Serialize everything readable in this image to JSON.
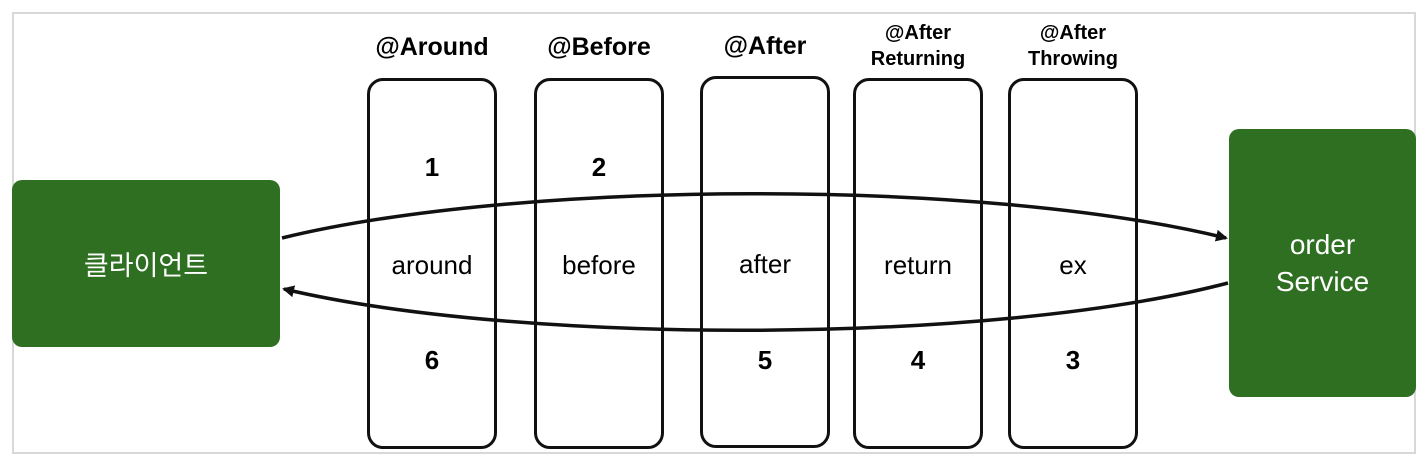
{
  "client": {
    "label": "클라이언트"
  },
  "service": {
    "label": "order\nService"
  },
  "columns": [
    {
      "header": "@Around",
      "top_number": "1",
      "label": "around",
      "bottom_number": "6"
    },
    {
      "header": "@Before",
      "top_number": "2",
      "label": "before",
      "bottom_number": ""
    },
    {
      "header": "@After",
      "top_number": "",
      "label": "after",
      "bottom_number": "5"
    },
    {
      "header": "@After\nReturning",
      "top_number": "",
      "label": "return",
      "bottom_number": "4"
    },
    {
      "header": "@After\nThrowing",
      "top_number": "",
      "label": "ex",
      "bottom_number": "3"
    }
  ],
  "colors": {
    "box_green": "#2e6f22",
    "stroke": "#111111",
    "frame": "#d8d8d8"
  }
}
